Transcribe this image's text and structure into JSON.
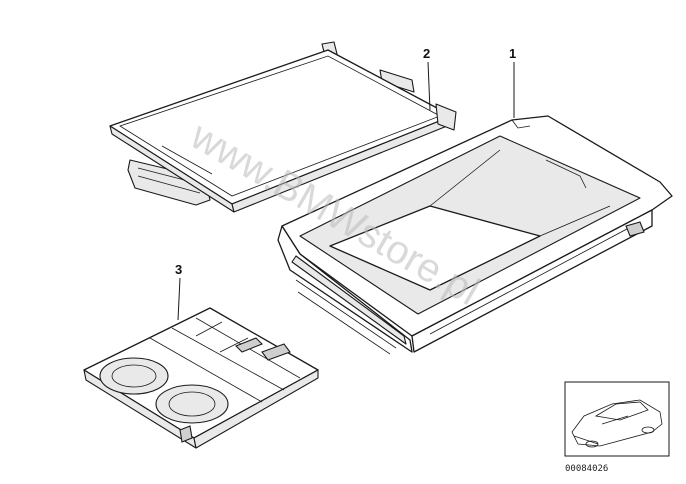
{
  "diagram": {
    "callouts": [
      {
        "id": "1",
        "label": "1"
      },
      {
        "id": "2",
        "label": "2"
      },
      {
        "id": "3",
        "label": "3"
      }
    ],
    "watermark": "www.BMWstore.pl",
    "reference_code": "00084026"
  },
  "colors": {
    "line": "#1a1a1a",
    "background": "#ffffff",
    "watermark": "#b9b9b9"
  }
}
